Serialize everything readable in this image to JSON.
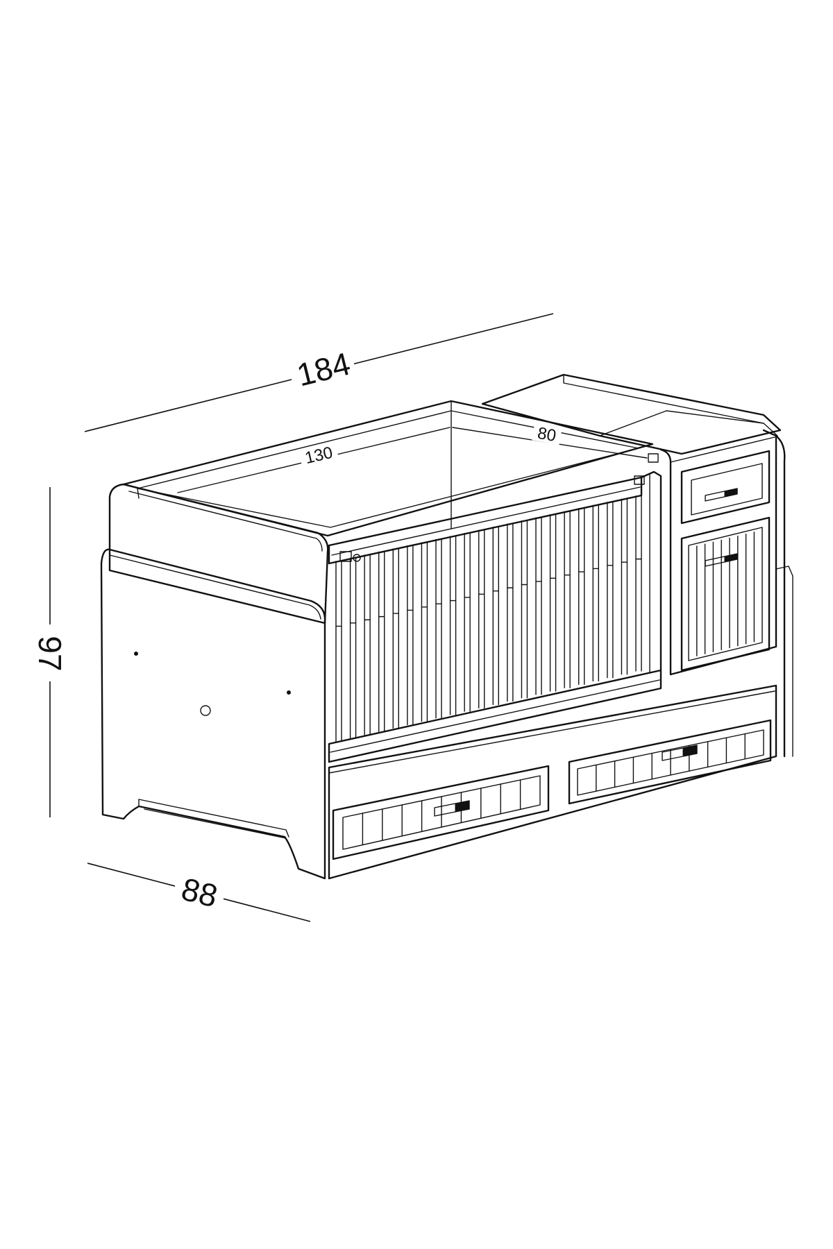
{
  "dimensions": {
    "overall_length": "184",
    "height": "97",
    "depth": "88",
    "crib_length": "130",
    "cabinet_length": "80"
  }
}
